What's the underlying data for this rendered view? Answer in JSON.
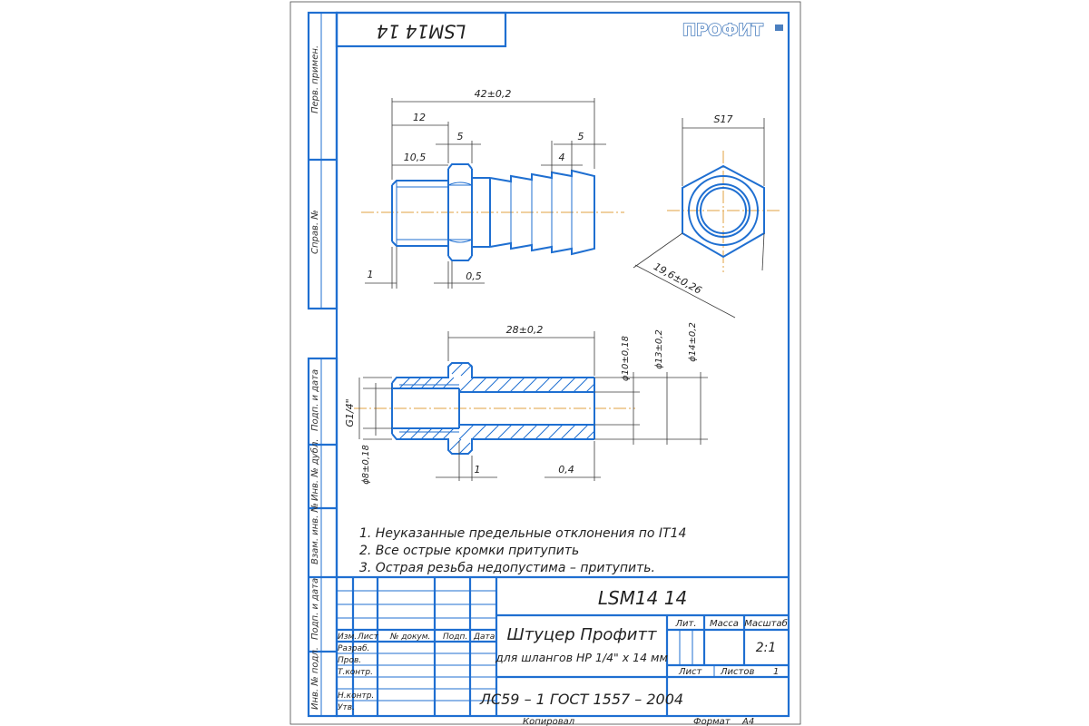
{
  "stamp": {
    "code_rotated": "LSM14 14",
    "logo": "ПРОФИТ"
  },
  "side_labels": {
    "perv_primen": "Перв. примен.",
    "sprav_no": "Справ. №",
    "podp_data_1": "Подп. и дата",
    "inv_dubl": "Инв. № дубл.",
    "vzam_inv": "Взам. инв. №",
    "podp_data_2": "Подп. и дата",
    "inv_podl": "Инв. № подл."
  },
  "dims": {
    "overall": "42±0,2",
    "d12": "12",
    "d5a": "5",
    "d5b": "5",
    "d10_5": "10,5",
    "d4": "4",
    "d1": "1",
    "d0_5": "0,5",
    "s17": "S17",
    "d19": "19,6±0,26",
    "d28": "28±0,2",
    "phi10": "ϕ10±0,18",
    "phi13": "ϕ13±0,2",
    "phi14": "ϕ14±0,2",
    "g14": "G1/4\"",
    "phi8": "ϕ8±0,18",
    "d1b": "1",
    "d0_4": "0,4"
  },
  "notes": [
    "1. Неуказанные предельные отклонения по IT14",
    "2. Все острые кромки притупить",
    "3. Острая резьба недопустима – притупить."
  ],
  "title_block": {
    "code": "LSM14 14",
    "name_line1": "Штуцер Профитт",
    "name_line2": "для шлангов НР 1/4\" х 14 мм",
    "material": "ЛС59 – 1 ГОСТ 1557 – 2004",
    "col_izm": "Изм.",
    "col_list": "Лист",
    "col_doc": "№ докум.",
    "col_podp": "Подп.",
    "col_data": "Дата",
    "row_razrab": "Разраб.",
    "row_prov": "Пров.",
    "row_tkontr": "Т.контр.",
    "row_nkontr": "Н.контр.",
    "row_utv": "Утв.",
    "lit": "Лит.",
    "massa": "Масса",
    "masshtab": "Масштаб",
    "scale_value": "2:1",
    "list": "Лист",
    "listov": "Листов",
    "listov_value": "1",
    "kopiroval": "Копировал",
    "format": "Формат",
    "format_value": "А4"
  }
}
